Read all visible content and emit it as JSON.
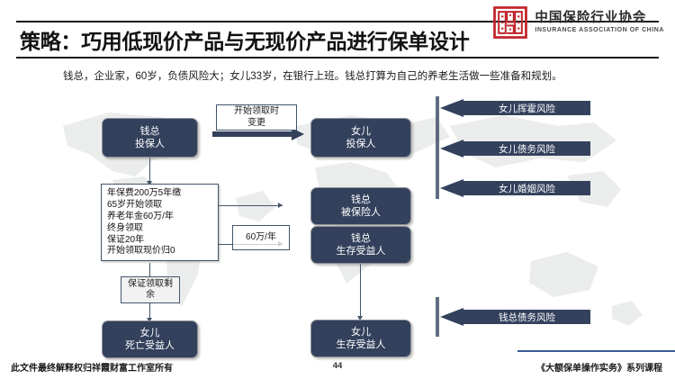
{
  "header": {
    "title": "策略：巧用低现价产品与无现价产品进行保单设计",
    "logo": {
      "icon": "insurance-association-seal-icon",
      "name_cn": "中国保险行业协会",
      "name_en": "INSURANCE ASSOCIATION OF CHINA",
      "color": "#c0272d"
    }
  },
  "subtitle": "钱总，企业家，60岁，负债风险大；女儿33岁，在银行上班。钱总打算为自己的养老生活做一些准备和规划。",
  "diagram": {
    "accent_color": "#33415c",
    "nodes": [
      {
        "id": "qian-policyholder",
        "line1": "钱总",
        "line2": "投保人"
      },
      {
        "id": "daughter-policyholder",
        "line1": "女儿",
        "line2": "投保人"
      },
      {
        "id": "qian-insured",
        "line1": "钱总",
        "line2": "被保险人"
      },
      {
        "id": "qian-living-beneficiary",
        "line1": "钱总",
        "line2": "生存受益人"
      },
      {
        "id": "daughter-death-beneficiary",
        "line1": "女儿",
        "line2": "死亡受益人"
      },
      {
        "id": "daughter-living-beneficiary",
        "line1": "女儿",
        "line2": "生存受益人"
      }
    ],
    "detail_box": {
      "id": "policy-detail-box",
      "lines": [
        "年保费200万5年缴",
        "65岁开始领取",
        "养老年金60万/年",
        "终身领取",
        "保证20年",
        "开始领取现价归0"
      ]
    },
    "labels": [
      {
        "id": "change-on-payout-label",
        "text": "开始领取时变更",
        "line1": "开始领取时",
        "line2": "变更"
      },
      {
        "id": "annuity-amount-label",
        "text": "60万/年"
      },
      {
        "id": "guaranteed-remainder-label",
        "text": "保证领取剩余",
        "line1": "保证领取剩",
        "line2": "余"
      }
    ],
    "risk_arrows": [
      {
        "id": "risk-daughter-squander",
        "text": "女儿挥霍风险"
      },
      {
        "id": "risk-daughter-debt",
        "text": "女儿债务风险"
      },
      {
        "id": "risk-daughter-marriage",
        "text": "女儿婚姻风险"
      },
      {
        "id": "risk-qian-debt",
        "text": "钱总债务风险"
      }
    ]
  },
  "footer": {
    "left": "此文件最终解释权归祥霞财富工作室所有",
    "page_number": "44",
    "right": "《大额保单操作实务》系列课程"
  }
}
